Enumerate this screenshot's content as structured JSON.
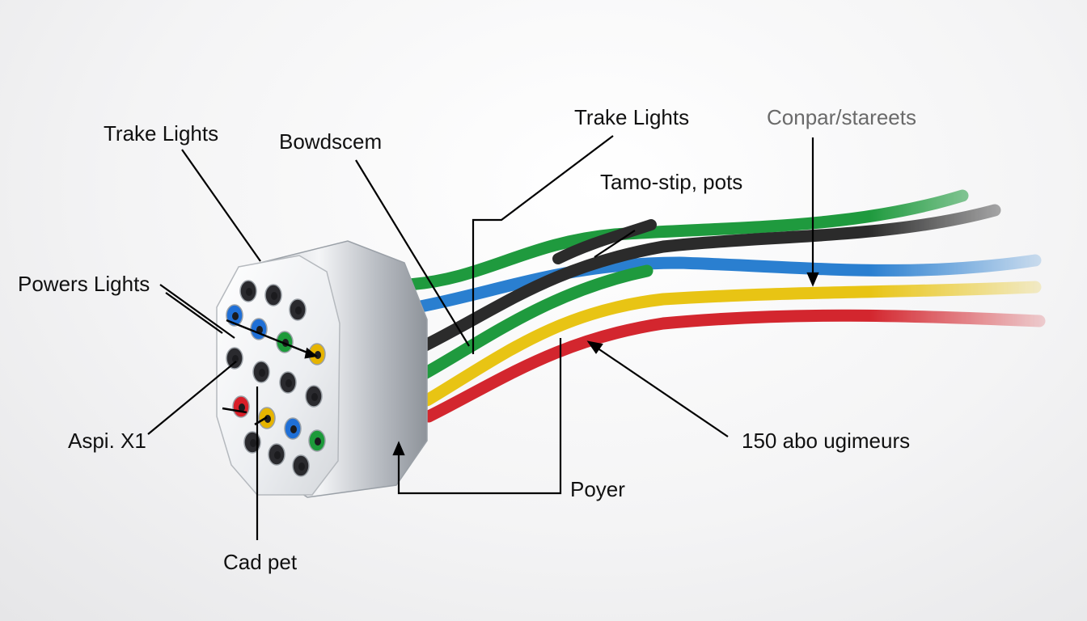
{
  "labels": {
    "trake_lights_left": "Trake Lights",
    "bowdscem": "Bowdscem",
    "trake_lights_right": "Trake Lights",
    "conpar_stareets": "Conpar/stareets",
    "tamo_stip_pots": "Tamo-stip, pots",
    "powers_lights": "Powers Lights",
    "aspi_x1": "Aspi. X1",
    "cad_pet": "Cad pet",
    "poyer": "Poyer",
    "abo_ugimeurs": "150 abo ugimeurs"
  },
  "wire_colors": {
    "green": "#1f9a3e",
    "black": "#2b2b2b",
    "blue": "#2a7fd0",
    "yellow": "#e8c414",
    "red": "#d3262e"
  },
  "pin_colors": {
    "empty": "#3a3a3e",
    "blue": "#1f6fd6",
    "green": "#1d9a3a",
    "yellow": "#e6b400",
    "red": "#d81e28"
  }
}
